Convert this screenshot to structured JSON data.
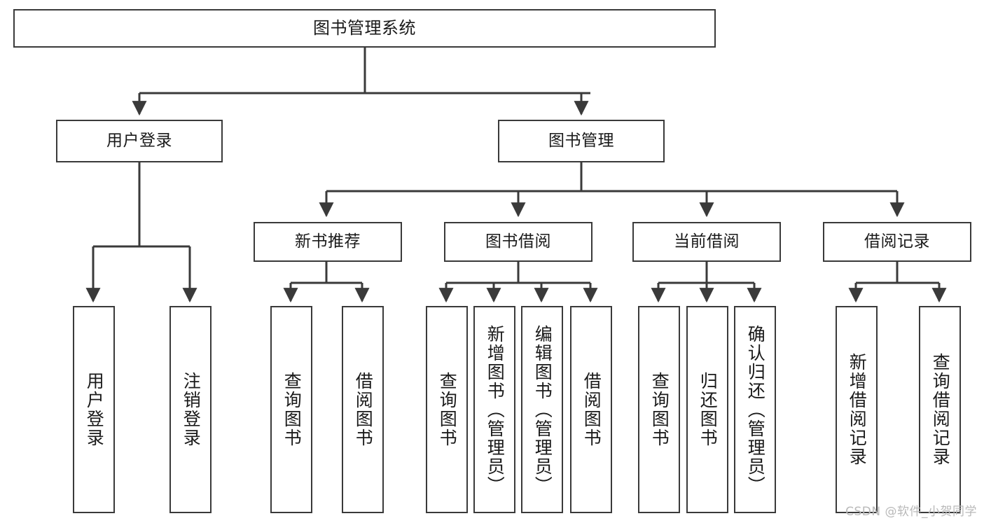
{
  "chart_data": {
    "type": "diagram",
    "title": "图书管理系统",
    "diagram_kind": "hierarchy-tree",
    "levels": 4
  },
  "diagram": {
    "root": {
      "label": "图书管理系统"
    },
    "level2": [
      {
        "label": "用户登录"
      },
      {
        "label": "图书管理"
      }
    ],
    "level3": [
      {
        "label": "新书推荐"
      },
      {
        "label": "图书借阅"
      },
      {
        "label": "当前借阅"
      },
      {
        "label": "借阅记录"
      }
    ],
    "leaves": {
      "user_login": [
        {
          "label": "用户登录"
        },
        {
          "label": "注销登录"
        }
      ],
      "new_book": [
        {
          "label": "查询图书"
        },
        {
          "label": "借阅图书"
        }
      ],
      "book_borrow": [
        {
          "label": "查询图书"
        },
        {
          "label": "新增图书（管理员）"
        },
        {
          "label": "编辑图书（管理员）"
        },
        {
          "label": "借阅图书"
        }
      ],
      "current_borrow": [
        {
          "label": "查询图书"
        },
        {
          "label": "归还图书"
        },
        {
          "label": "确认归还（管理员）"
        }
      ],
      "borrow_record": [
        {
          "label": "新增借阅记录"
        },
        {
          "label": "查询借阅记录"
        }
      ]
    }
  },
  "watermark": {
    "text": "CSDN @软件_小贺同学"
  },
  "colors": {
    "stroke": "#3a3a3a",
    "background": "#ffffff",
    "text": "#1a1a1a",
    "watermark": "#b9b9b9"
  }
}
